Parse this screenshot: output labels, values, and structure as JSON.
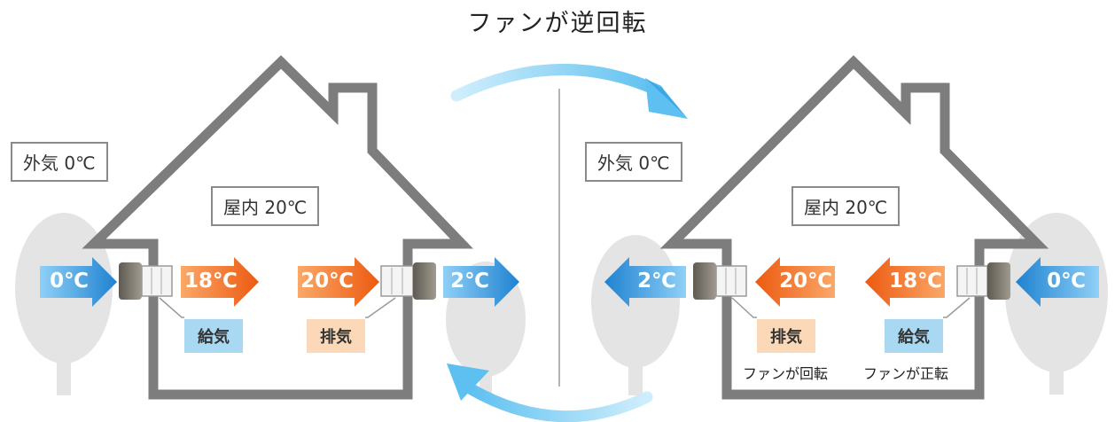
{
  "title": "ファンが逆回転",
  "colors": {
    "cold_arrow": "#2a8fd8",
    "warm_arrow": "#f06c1e",
    "house_outline": "#7d7d7d",
    "tree": "#e4e4e4",
    "cycle_arrow": "#6cc4ef"
  },
  "left": {
    "outside_label": "外気 0℃",
    "inside_label": "屋内 20℃",
    "intake_outside_temp": "0℃",
    "intake_inside_temp": "18℃",
    "exhaust_inside_temp": "20℃",
    "exhaust_outside_temp": "2℃",
    "intake_tag": "給気",
    "exhaust_tag": "排気"
  },
  "right": {
    "outside_label": "外気 0℃",
    "inside_label": "屋内 20℃",
    "exhaust_outside_temp": "2℃",
    "exhaust_inside_temp": "20℃",
    "intake_inside_temp": "18℃",
    "intake_outside_temp": "0℃",
    "exhaust_tag": "排気",
    "intake_tag": "給気",
    "exhaust_caption": "ファンが回転",
    "intake_caption": "ファンが正転"
  }
}
